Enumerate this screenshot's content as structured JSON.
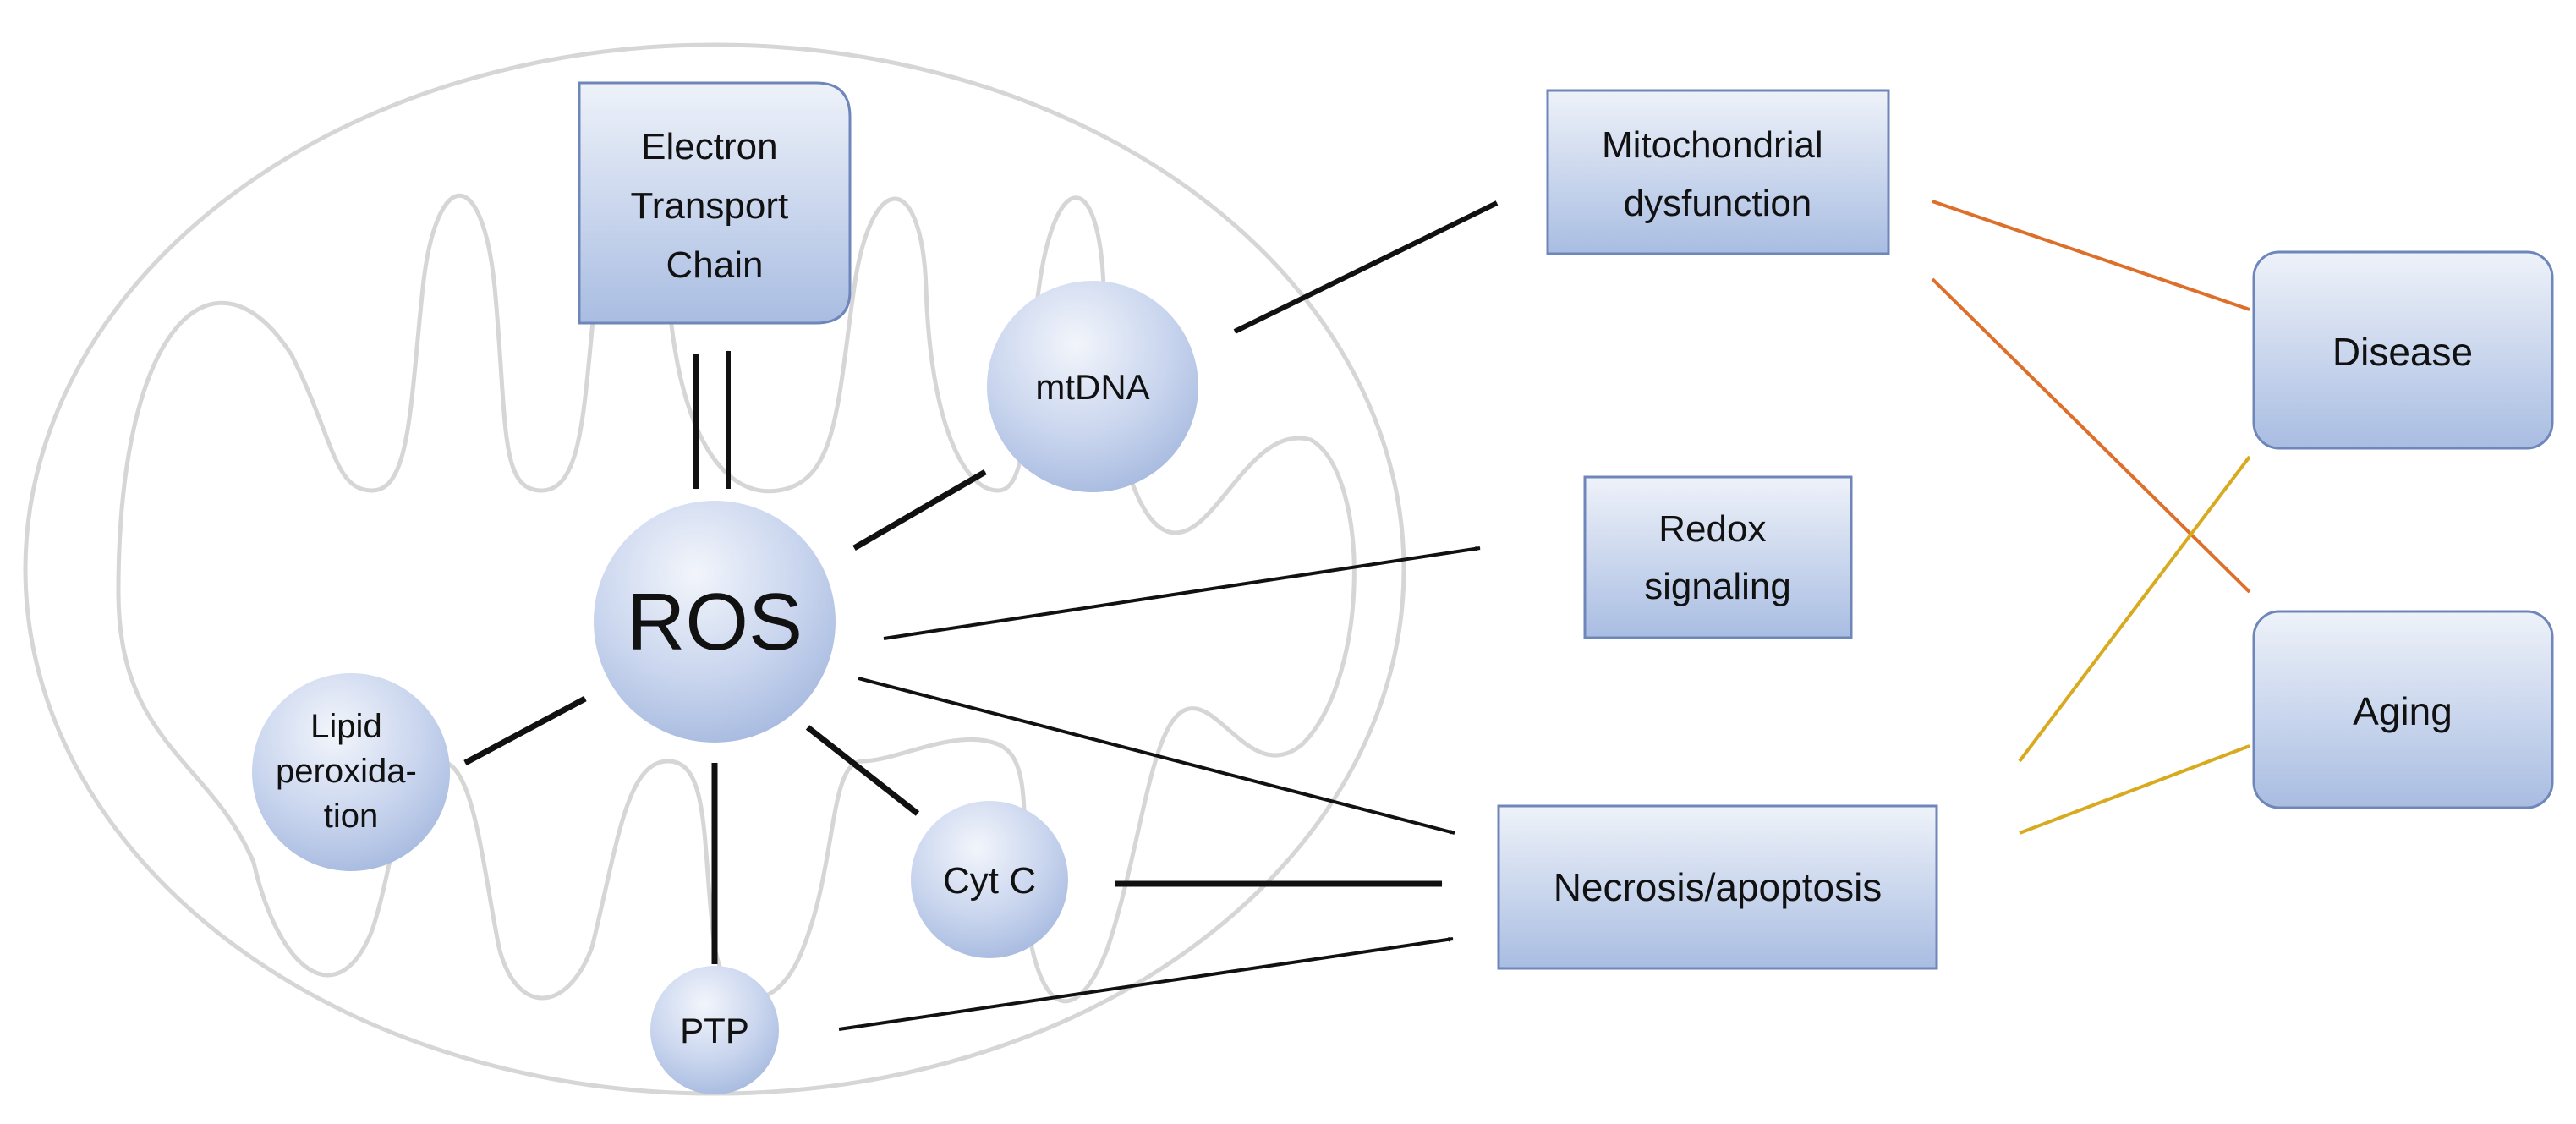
{
  "diagram": {
    "nodes": {
      "etc": {
        "lines": [
          "Electron",
          "Transport",
          "Chain"
        ]
      },
      "ros": {
        "lines": [
          "ROS"
        ]
      },
      "mtdna": {
        "lines": [
          "mtDNA"
        ]
      },
      "lipid": {
        "lines": [
          "Lipid",
          "peroxida-",
          "tion"
        ]
      },
      "cytc": {
        "lines": [
          "Cyt C"
        ]
      },
      "ptp": {
        "lines": [
          "PTP"
        ]
      },
      "mito": {
        "lines": [
          "Mitochondrial",
          "dysfunction"
        ]
      },
      "redox": {
        "lines": [
          "Redox",
          "signaling"
        ]
      },
      "necrosis": {
        "lines": [
          "Necrosis/apoptosis"
        ]
      },
      "disease": {
        "lines": [
          "Disease"
        ]
      },
      "aging": {
        "lines": [
          "Aging"
        ]
      }
    },
    "edges": [
      {
        "from": "etc",
        "to": "ros"
      },
      {
        "from": "ros",
        "to": "etc"
      },
      {
        "from": "ros",
        "to": "mtdna"
      },
      {
        "from": "ros",
        "to": "lipid"
      },
      {
        "from": "ros",
        "to": "cytc"
      },
      {
        "from": "ros",
        "to": "ptp"
      },
      {
        "from": "ros",
        "to": "redox"
      },
      {
        "from": "ros",
        "to": "necrosis"
      },
      {
        "from": "mtdna",
        "to": "mito"
      },
      {
        "from": "cytc",
        "to": "necrosis"
      },
      {
        "from": "ptp",
        "to": "necrosis"
      },
      {
        "from": "mito",
        "to": "disease"
      },
      {
        "from": "mito",
        "to": "aging"
      },
      {
        "from": "necrosis",
        "to": "disease"
      },
      {
        "from": "necrosis",
        "to": "aging"
      }
    ],
    "colors": {
      "node_fill_light": "#e6ecf7",
      "node_fill_dark": "#9fb4dc",
      "node_stroke": "#6f86bb",
      "arrow_black": "#111111",
      "arrow_orange": "#dd6f2b",
      "arrow_gold": "#d8aa1f",
      "mito_outline": "#d6d6d6"
    }
  }
}
